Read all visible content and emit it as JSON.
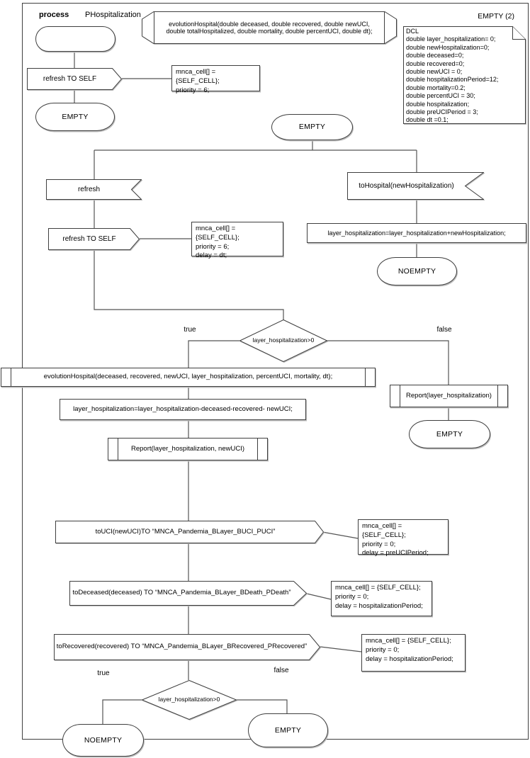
{
  "header": {
    "process_label": "process",
    "process_name": "PHospitalization",
    "instances_label": "EMPTY (2)"
  },
  "notes": {
    "procedure_signature": "evolutionHospital(double deceased, double recovered, double newUCI,\ndouble totalHospitalized, double mortality, double percentUCI, double dt);",
    "dcl": "DCL\ndouble layer_hospitalization= 0;\ndouble newHospitalization=0;\ndouble deceased=0;\ndouble recovered=0;\ndouble newUCI = 0;\ndouble hospitalizationPeriod=12;\ndouble mortality=0.2;\ndouble percentUCI = 30;\ndouble hospitalization;\ndouble preUCIPeriod = 3;\ndouble dt =0.1;"
  },
  "nodes": {
    "start_send": "refresh TO SELF",
    "start_send_params": "mnca_cell[] = {SELF_CELL};\npriority = 6;",
    "start_next_state": "EMPTY",
    "main_state": "EMPTY",
    "input_refresh": "refresh",
    "refresh_send": "refresh TO SELF",
    "refresh_send_params": "mnca_cell[] = {SELF_CELL};\npriority = 6;\ndelay = dt;",
    "input_tohospital": "toHospital(newHospitalization)",
    "task_add_hospitalization": "layer_hospitalization=layer_hospitalization+newHospitalization;",
    "state_noempty_right": "NOEMPTY",
    "decision_top": "layer_hospitalization>0",
    "decision_top_true": "true",
    "decision_top_false": "false",
    "call_evolution": "evolutionHospital(deceased, recovered, newUCI, layer_hospitalization, percentUCI, mortality, dt);",
    "task_subtract": "layer_hospitalization=layer_hospitalization-deceased-recovered- newUCI;",
    "call_report_newuci": "Report(layer_hospitalization, newUCI)",
    "call_report": "Report(layer_hospitalization)",
    "state_empty_false_branch": "EMPTY",
    "send_touci": "toUCI(newUCI)TO “MNCA_Pandemia_BLayer_BUCI_PUCI”",
    "send_touci_params": "mnca_cell[] = {SELF_CELL};\npriority = 0;\ndelay = preUCIPeriod;",
    "send_todeceased": "toDeceased(deceased) TO “MNCA_Pandemia_BLayer_BDeath_PDeath”",
    "send_todeceased_params": "mnca_cell[] = {SELF_CELL};\npriority = 0;\ndelay = hospitalizationPeriod;",
    "send_torecovered": "toRecovered(recovered) TO “MNCA_Pandemia_BLayer_BRecovered_PRecovered”",
    "send_torecovered_params": "mnca_cell[] = {SELF_CELL};\npriority = 0;\ndelay = hospitalizationPeriod;",
    "decision_bottom": "layer_hospitalization>0",
    "decision_bottom_true": "true",
    "decision_bottom_false": "false",
    "state_noempty_bottom": "NOEMPTY",
    "state_empty_bottom": "EMPTY"
  },
  "colors": {
    "shape_stroke": "#3f3f3f",
    "connector": "#555555",
    "text": "#000000",
    "background": "#ffffff"
  }
}
